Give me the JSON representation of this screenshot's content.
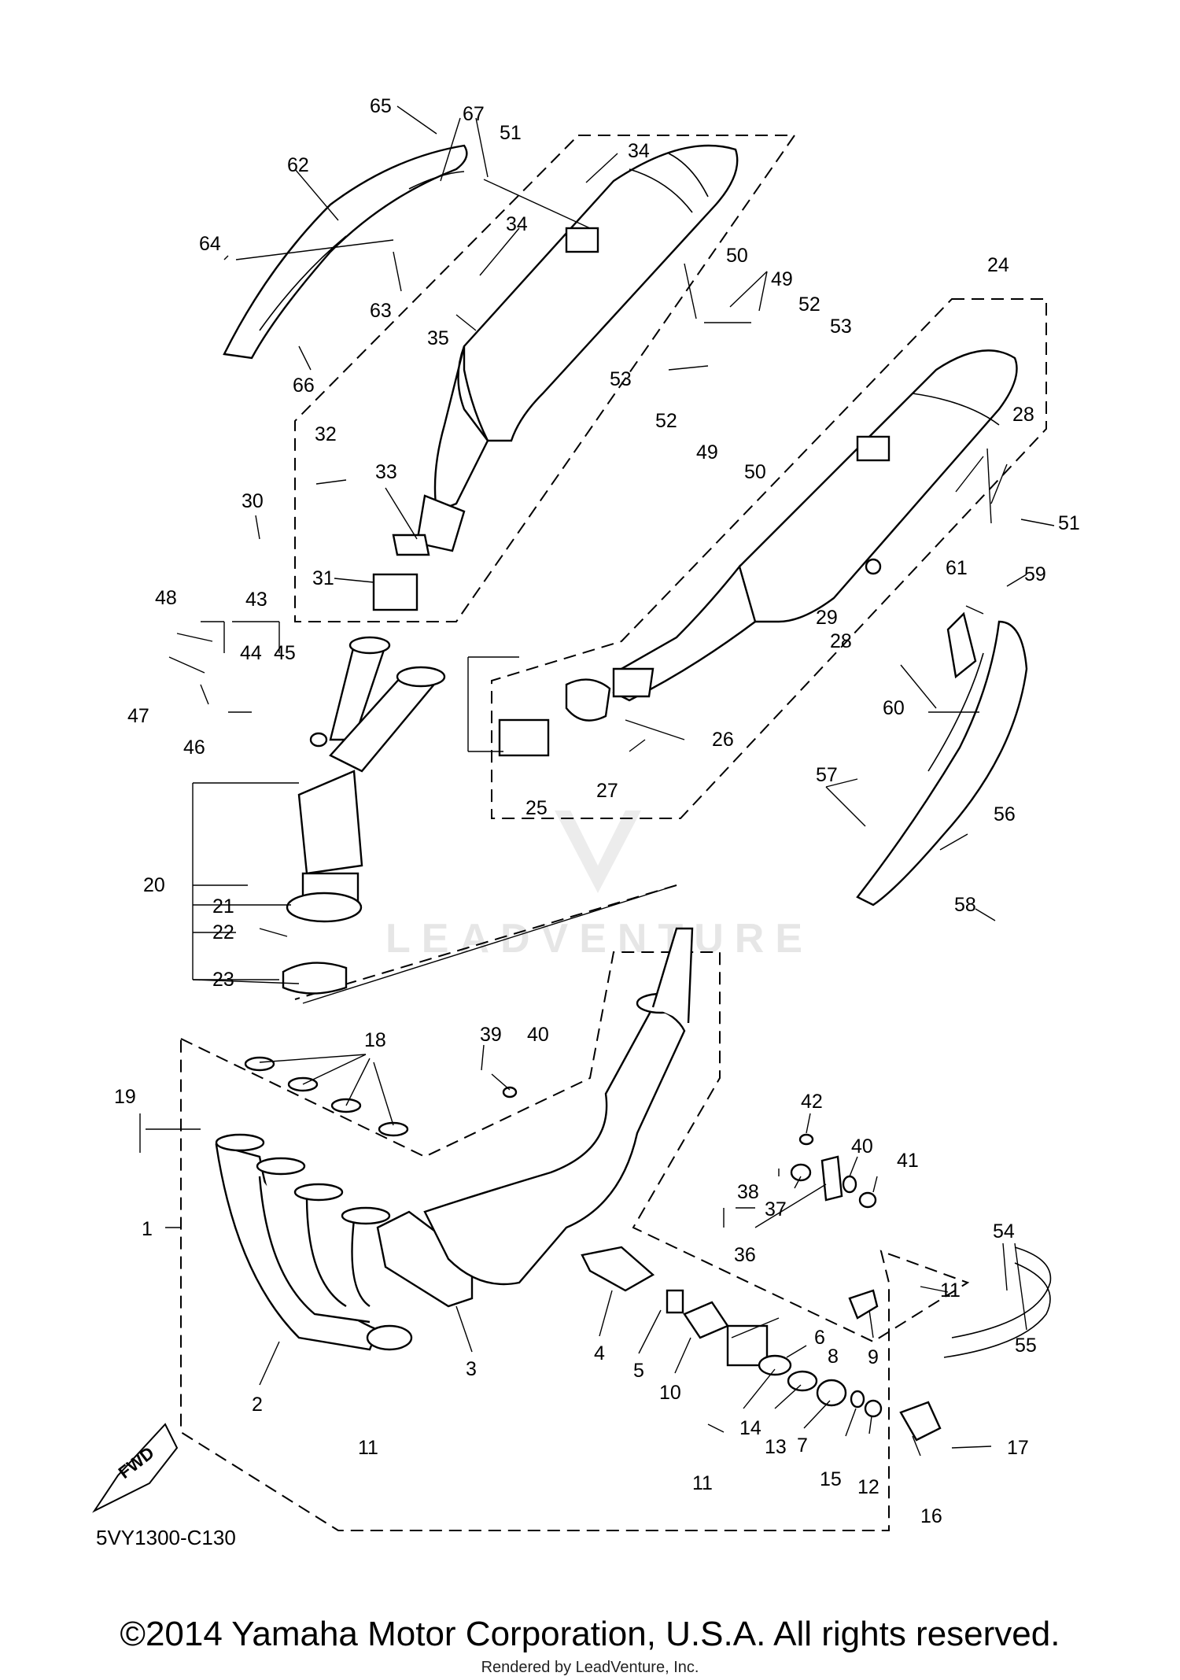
{
  "diagram_code": "5VY1300-C130",
  "watermark": "LEADVENTURE",
  "fwd_label": "FWD",
  "copyright": "©2014 Yamaha Motor Corporation, U.S.A. All rights reserved.",
  "rendered_by": "Rendered by LeadVenture, Inc.",
  "callouts": {
    "n1": "1",
    "n2": "2",
    "n3": "3",
    "n4": "4",
    "n5": "5",
    "n6": "6",
    "n7": "7",
    "n8": "8",
    "n9": "9",
    "n10": "10",
    "n11": "11",
    "n12": "12",
    "n13": "13",
    "n14": "14",
    "n15": "15",
    "n16": "16",
    "n17": "17",
    "n18": "18",
    "n19": "19",
    "n20": "20",
    "n21": "21",
    "n22": "22",
    "n23": "23",
    "n24": "24",
    "n25": "25",
    "n26": "26",
    "n27": "27",
    "n28": "28",
    "n29": "29",
    "n30": "30",
    "n31": "31",
    "n32": "32",
    "n33": "33",
    "n34": "34",
    "n35": "35",
    "n36": "36",
    "n37": "37",
    "n38": "38",
    "n39": "39",
    "n40": "40",
    "n41": "41",
    "n42": "42",
    "n43": "43",
    "n44": "44",
    "n45": "45",
    "n46": "46",
    "n47": "47",
    "n48": "48",
    "n49": "49",
    "n50": "50",
    "n51": "51",
    "n52": "52",
    "n53": "53",
    "n54": "54",
    "n55": "55",
    "n56": "56",
    "n57": "57",
    "n58": "58",
    "n59": "59",
    "n60": "60",
    "n61": "61",
    "n62": "62",
    "n63": "63",
    "n64": "64",
    "n65": "65",
    "n66": "66",
    "n67": "67"
  }
}
